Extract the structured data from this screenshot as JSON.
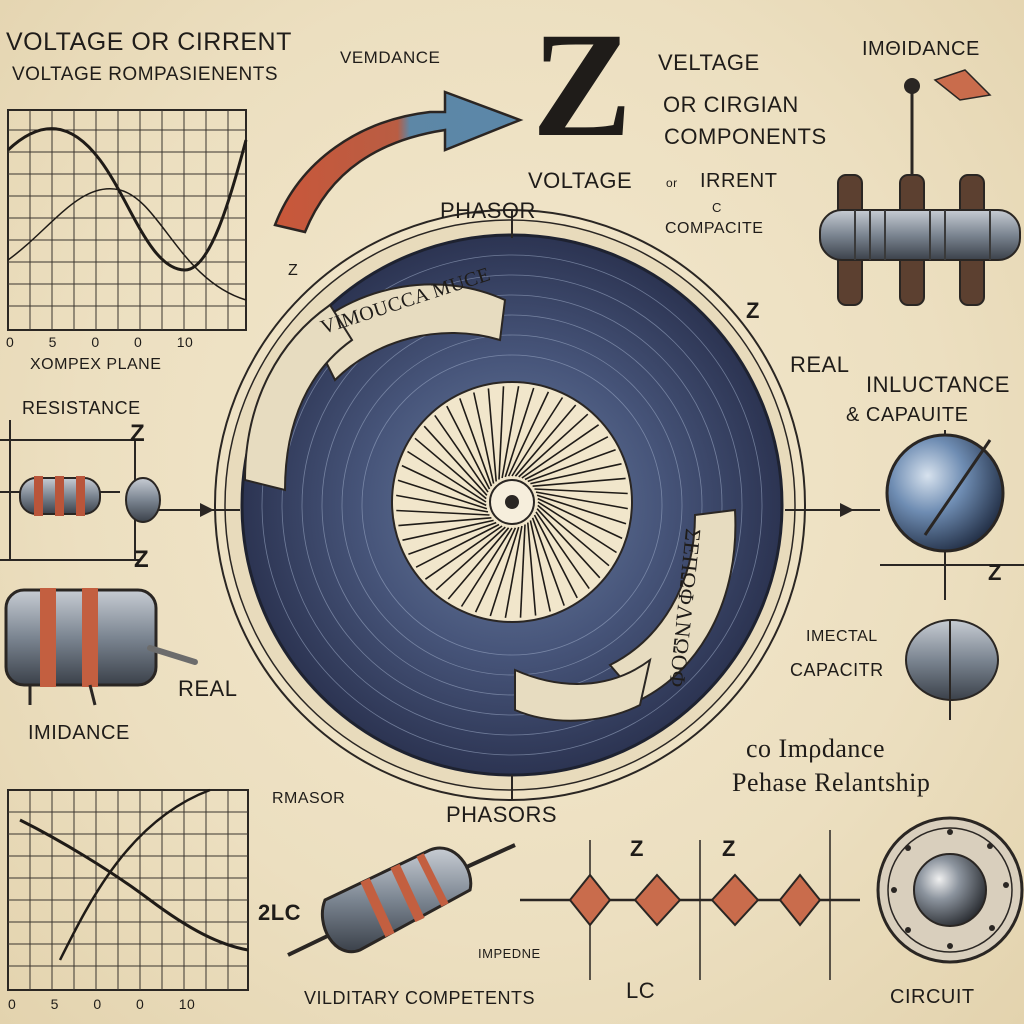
{
  "labels": {
    "top_left_title": "VOLTAGE OR CIRRENT",
    "top_left_sub": "VOLTAGE ROMPASIENENTS",
    "top_vemdance": "VEMDANCE",
    "big_z": "Z",
    "top_voltage": "VELTAGE",
    "top_or_cirgian": "OR CIRGIAN",
    "top_components": "COMPONENTS",
    "top_right_imidance": "IMΘIDANCE",
    "mid_voltage_irrent": "VOLTAGE",
    "mid_or": "or",
    "mid_irrent": "IRRENT",
    "mid_c": "C",
    "mid_compacite": "COMPACITE",
    "phasor_top": "PHASOR",
    "left_z_small": "Z",
    "graph1_ticks": "0  5  0  0  10",
    "graph1_caption": "XOMPEX PLANE",
    "resistance": "RESISTANCE",
    "z_left_upper": "Z",
    "z_left_lower": "Z",
    "real_left": "REAL",
    "imidance_left": "IMIDANCE",
    "z_right_upper": "Z",
    "real_right": "REAL",
    "inductance": "INLUCTANCE",
    "capacite": "& CAPAUITE",
    "z_right_lower": "Z",
    "imecal": "IMECTAL",
    "capacitr": "CAPACITR",
    "impedance_phase_1": "co Imρdance",
    "impedance_phase_2": "Pehase Relantship",
    "rmasor": "RMASOR",
    "phasors": "PHASORS",
    "z_bottom_1": "Z",
    "z_bottom_2": "Z",
    "twolc": "2LC",
    "impedne": "IMPEDNE",
    "lc_bottom": "LC",
    "vilditary": "VILDITARY COMPETENTS",
    "circuit": "CIRCUIT",
    "graph2_ticks": "0  5  0  0  10",
    "band_top": "VIMOUCCA MUCE",
    "band_right": "ΣΕΠΩΦΛΝΩΟΦ"
  }
}
